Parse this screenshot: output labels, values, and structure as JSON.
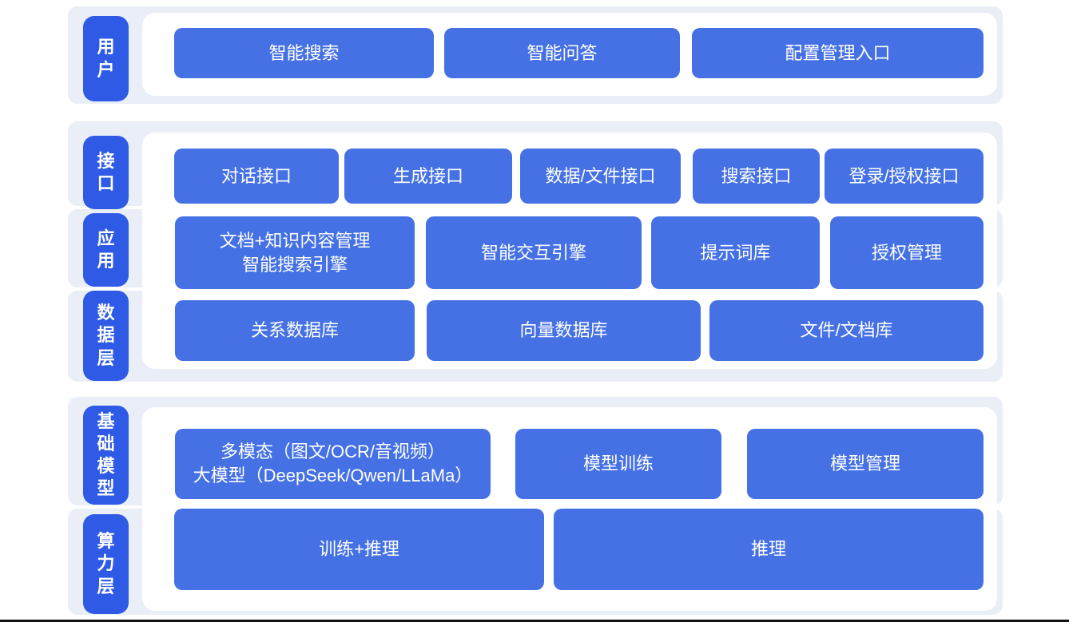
{
  "colors": {
    "pill_blue": "#2e5ae6",
    "block_blue": "#4571e4",
    "band_background": "#e9eef7",
    "card_background": "#ffffff",
    "bottom_rule": "#111111",
    "text": "#ffffff"
  },
  "layers": {
    "user": {
      "pill": "用户",
      "blocks": [
        "智能搜索",
        "智能问答",
        "配置管理入口"
      ]
    },
    "middle": {
      "pills": [
        "接口",
        "应用",
        "数据层"
      ],
      "row_interface": [
        "对话接口",
        "生成接口",
        "数据/文件接口",
        "搜索接口",
        "登录/授权接口"
      ],
      "row_application": [
        "文档+知识内容管理\n智能搜索引擎",
        "智能交互引擎",
        "提示词库",
        "授权管理"
      ],
      "row_data": [
        "关系数据库",
        "向量数据库",
        "文件/文档库"
      ]
    },
    "bottom": {
      "pills": [
        "基础模型",
        "算力层"
      ],
      "row_model": [
        "多模态（图文/OCR/音视频）\n大模型（DeepSeek/Qwen/LLaMa）",
        "模型训练",
        "模型管理"
      ],
      "row_compute": [
        "训练+推理",
        "推理"
      ]
    }
  }
}
